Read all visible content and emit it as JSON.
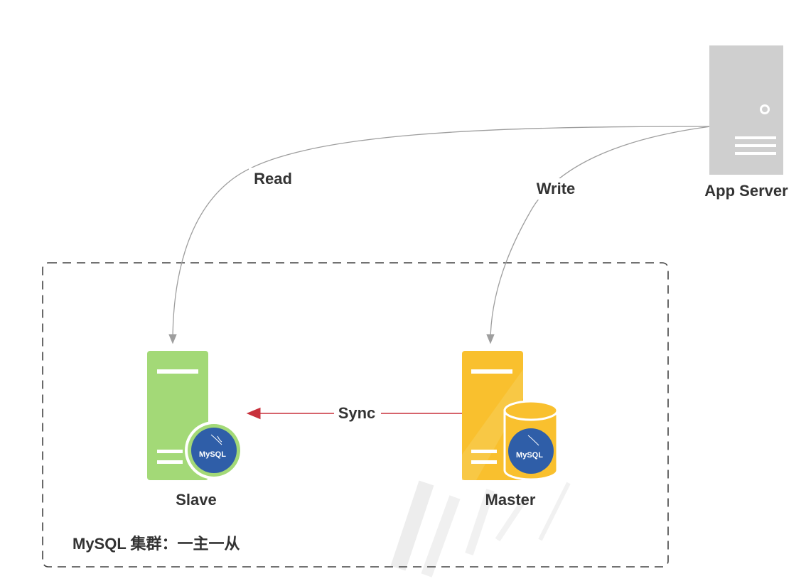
{
  "colors": {
    "edge": "#9e9e9e",
    "sync_edge": "#c8313c",
    "label_text": "#333333",
    "cluster_border": "#444444",
    "app_server_body": "#cfcfcf",
    "slave_body": "#a3d977",
    "master_body": "#f9c02e",
    "mysql_badge": "#2f5ea8",
    "watermark": "#e0e0e0"
  },
  "nodes": {
    "app_server": {
      "label": "App Server",
      "icon": "server-icon"
    },
    "slave": {
      "label": "Slave",
      "icon": "server-icon",
      "badge_text": "MySQL",
      "badge_icon": "mysql-dolphin-icon"
    },
    "master": {
      "label": "Master",
      "icon": "server-icon",
      "badge_text": "MySQL",
      "badge_icon": "database-icon"
    }
  },
  "edges": {
    "read": {
      "label": "Read",
      "from": "App Server",
      "to": "Slave"
    },
    "write": {
      "label": "Write",
      "from": "App Server",
      "to": "Master"
    },
    "sync": {
      "label": "Sync",
      "from": "Master",
      "to": "Slave"
    }
  },
  "cluster": {
    "label": "MySQL 集群：一主一从"
  }
}
